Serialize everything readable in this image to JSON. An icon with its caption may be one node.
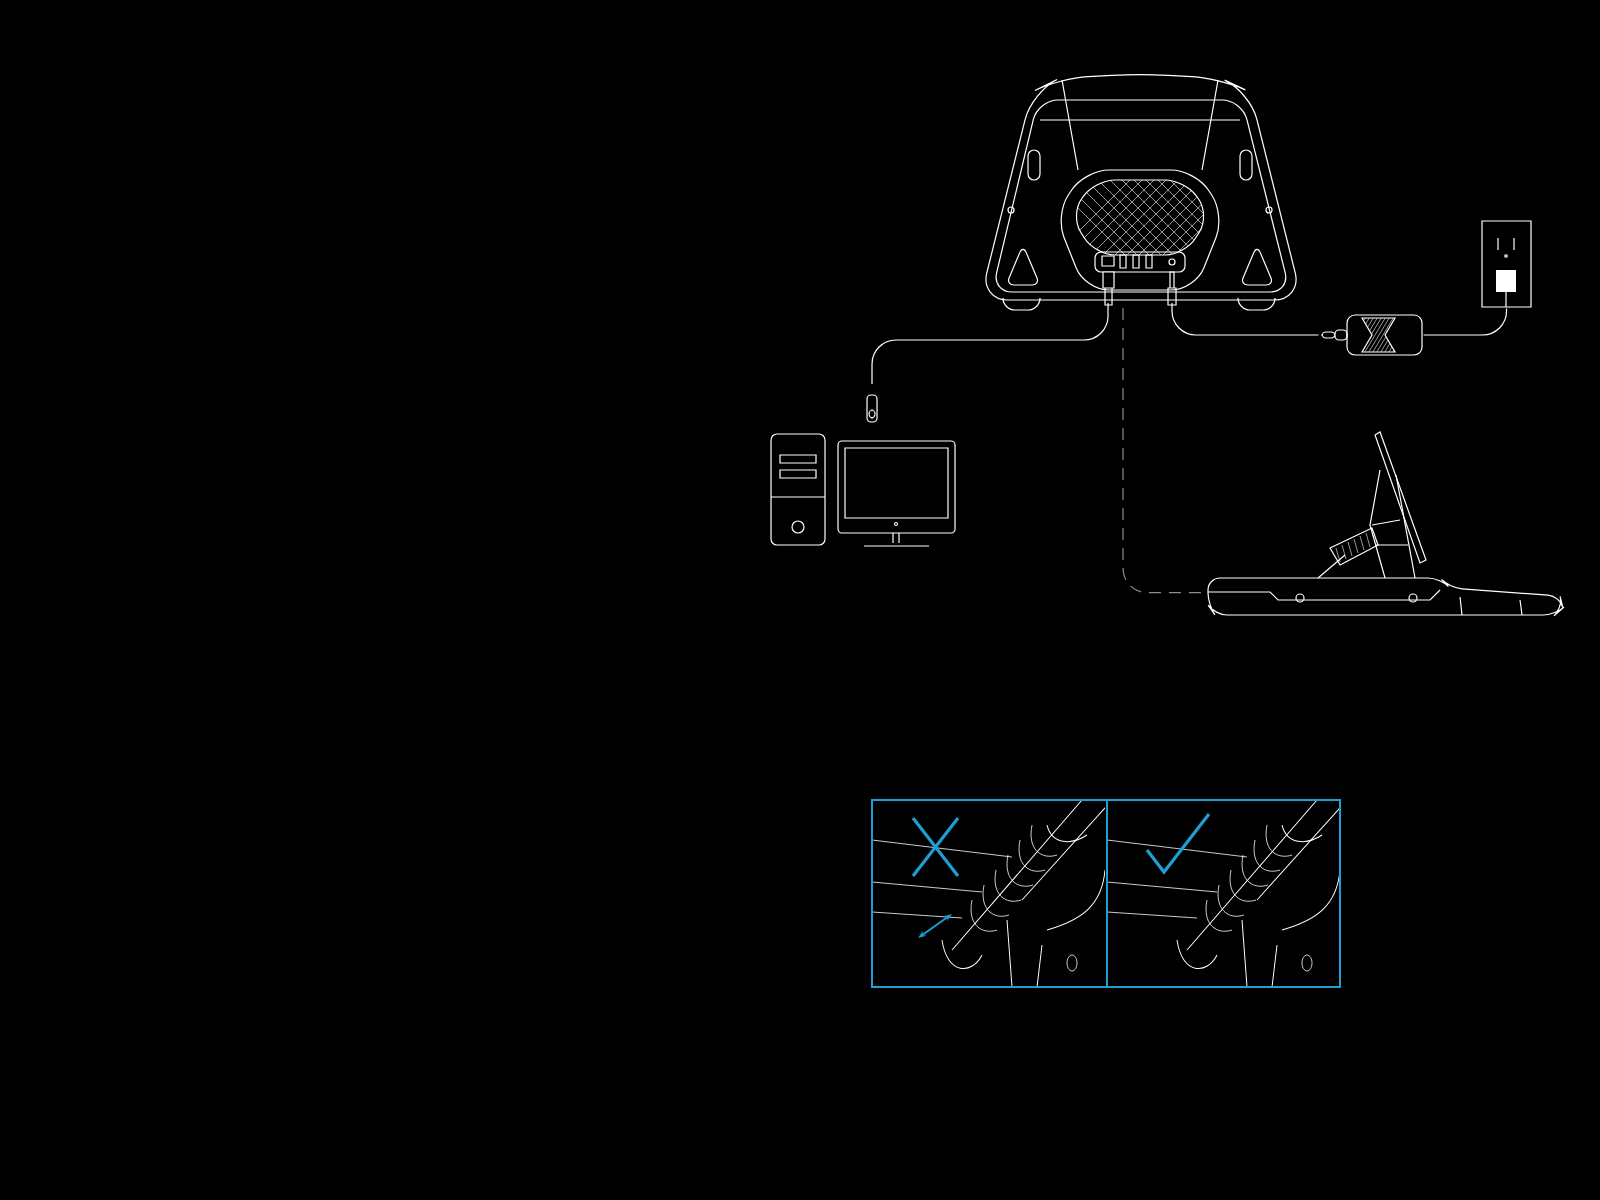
{
  "diagram": {
    "nodes": [
      {
        "text": [],
        "shape": "picture"
      },
      {
        "text": [],
        "shape": "picture"
      },
      {
        "text": [],
        "shape": "picture"
      },
      {
        "text": [],
        "shape": "picture"
      },
      {
        "text": [],
        "shape": "picture"
      }
    ],
    "edges": [
      {
        "from": 0,
        "to": 1,
        "arrow": "none"
      },
      {
        "from": 0,
        "to": 2,
        "arrow": "none"
      },
      {
        "from": 2,
        "to": 3,
        "arrow": "none"
      },
      {
        "from": 0,
        "to": 4,
        "arrow": "none",
        "style": "dashed",
        "color": "#8c8c8c"
      }
    ]
  }
}
